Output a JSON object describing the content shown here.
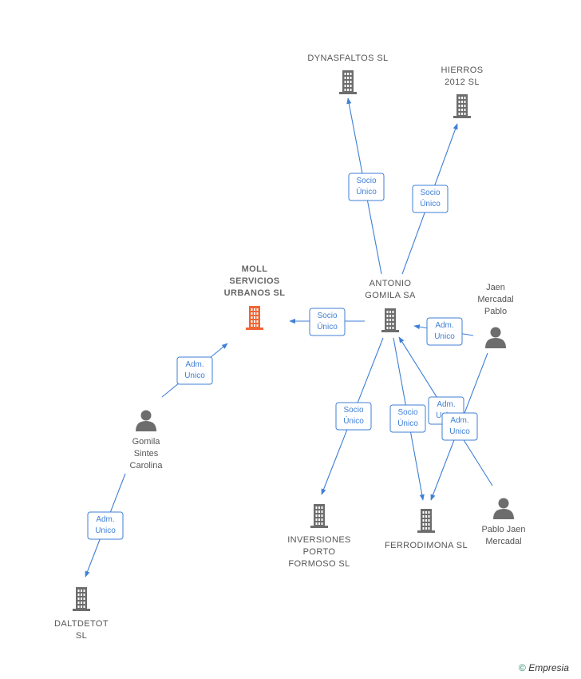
{
  "colors": {
    "edge": "#3f7fd6",
    "company": "#6d6d6d",
    "focus_company": "#f26533",
    "person": "#6d6d6d"
  },
  "nodes": [
    {
      "id": "dynasfaltos",
      "kind": "company",
      "lines": [
        "DYNASFALTOS SL"
      ]
    },
    {
      "id": "hierros",
      "kind": "company",
      "lines": [
        "HIERROS",
        "2012 SL"
      ]
    },
    {
      "id": "moll",
      "kind": "company",
      "focus": true,
      "lines": [
        "MOLL",
        "SERVICIOS",
        "URBANOS  SL"
      ]
    },
    {
      "id": "antonio",
      "kind": "company",
      "lines": [
        "ANTONIO",
        "GOMILA SA"
      ]
    },
    {
      "id": "jaen_mp",
      "kind": "person",
      "lines": [
        "Jaen",
        "Mercadal",
        "Pablo"
      ]
    },
    {
      "id": "gomila",
      "kind": "person",
      "lines": [
        "Gomila",
        "Sintes",
        "Carolina"
      ]
    },
    {
      "id": "inversiones",
      "kind": "company",
      "lines": [
        "INVERSIONES",
        "PORTO",
        "FORMOSO  SL"
      ]
    },
    {
      "id": "ferrodimona",
      "kind": "company",
      "lines": [
        "FERRODIMONA SL"
      ]
    },
    {
      "id": "pablo_jm",
      "kind": "person",
      "lines": [
        "Pablo Jaen",
        "Mercadal"
      ]
    },
    {
      "id": "daltdetot",
      "kind": "company",
      "lines": [
        "DALTDETOT",
        "SL"
      ]
    }
  ],
  "edges": [
    {
      "from": "antonio",
      "to": "dynasfaltos",
      "label": [
        "Socio",
        "Único"
      ]
    },
    {
      "from": "antonio",
      "to": "hierros",
      "label": [
        "Socio",
        "Único"
      ]
    },
    {
      "from": "antonio",
      "to": "moll",
      "label": [
        "Socio",
        "Único"
      ]
    },
    {
      "from": "jaen_mp",
      "to": "antonio",
      "label": [
        "Adm.",
        "Unico"
      ]
    },
    {
      "from": "gomila",
      "to": "moll",
      "label": [
        "Adm.",
        "Unico"
      ]
    },
    {
      "from": "antonio",
      "to": "inversiones",
      "label": [
        "Socio",
        "Único"
      ]
    },
    {
      "from": "antonio",
      "to": "ferrodimona",
      "label": [
        "Socio",
        "Único"
      ]
    },
    {
      "from": "pablo_jm",
      "to": "antonio",
      "label": [
        "Adm.",
        "Unico"
      ]
    },
    {
      "from": "jaen_mp",
      "to": "ferrodimona",
      "label": [
        "Adm.",
        "Unico"
      ]
    },
    {
      "from": "gomila",
      "to": "daltdetot",
      "label": [
        "Adm.",
        "Unico"
      ]
    }
  ],
  "watermark": {
    "symbol": "©",
    "text": "Empresia"
  }
}
